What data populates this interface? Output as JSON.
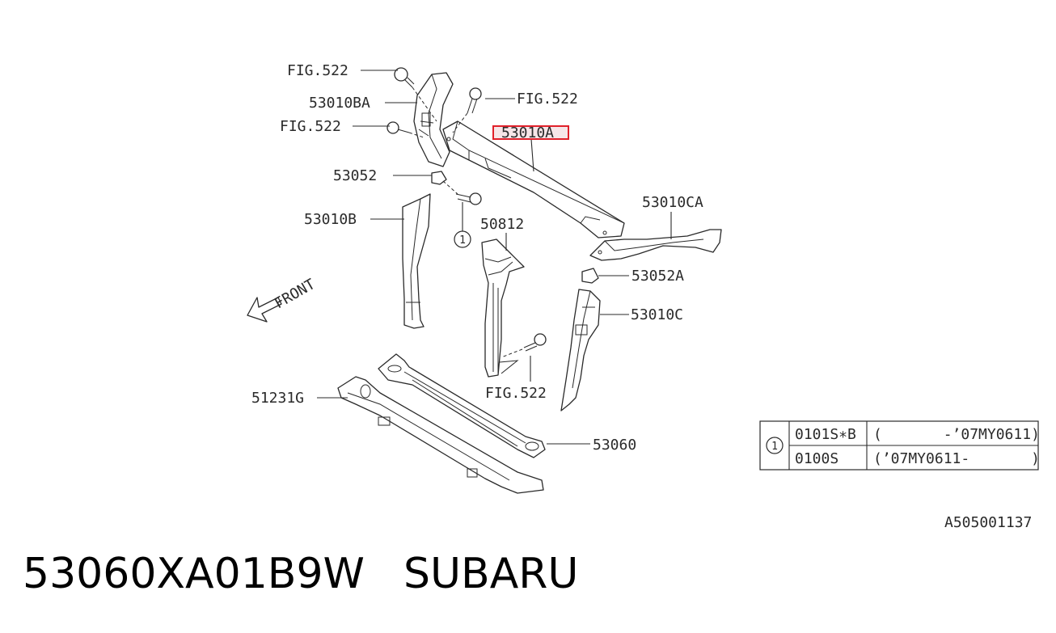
{
  "labels": {
    "fig522_top": "FIG.522",
    "p53010BA": "53010BA",
    "fig522_right": "FIG.522",
    "fig522_left": "FIG.522",
    "p53010A": "53010A",
    "p53052": "53052",
    "p53010CA": "53010CA",
    "p53010B": "53010B",
    "p50812": "50812",
    "callout_1": "1",
    "p53052A": "53052A",
    "front": "FRONT",
    "p53010C": "53010C",
    "fig522_bottom": "FIG.522",
    "p51231G": "51231G",
    "p53060": "53060"
  },
  "highlight_color": "#e0202a",
  "table": {
    "callout": "1",
    "rows": [
      {
        "part": "0101S∗B",
        "range": "(       -’07MY0611)"
      },
      {
        "part": "0100S",
        "range": "(’07MY0611-       )"
      }
    ]
  },
  "diagram_id": "A505001137",
  "part_number": "53060XA01B9W",
  "brand": "SUBARU"
}
